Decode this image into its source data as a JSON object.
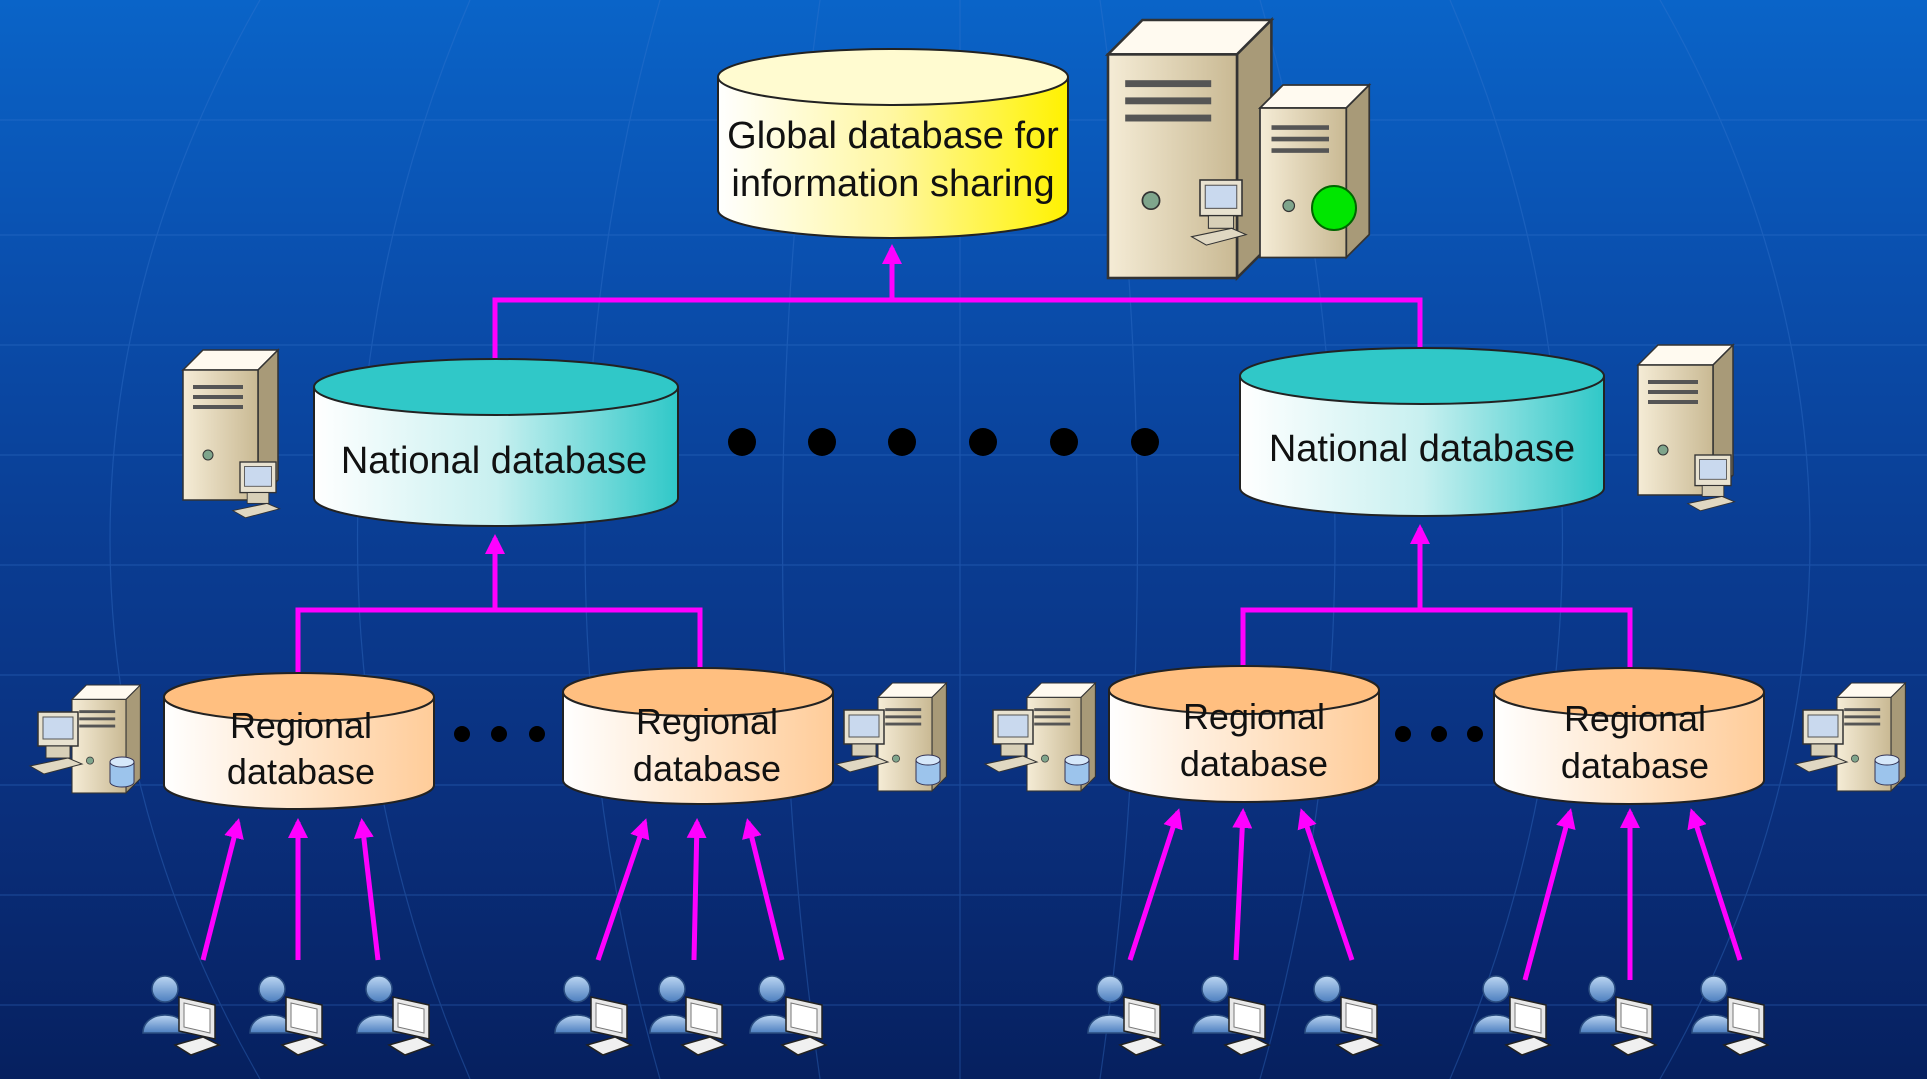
{
  "global_db": {
    "line1": "Global database for",
    "line2": "information sharing"
  },
  "national_left": {
    "label": "National database"
  },
  "national_right": {
    "label": "National database"
  },
  "regional": [
    {
      "line1": "Regional",
      "line2": "database"
    },
    {
      "line1": "Regional",
      "line2": "database"
    },
    {
      "line1": "Regional",
      "line2": "database"
    },
    {
      "line1": "Regional",
      "line2": "database"
    }
  ],
  "colors": {
    "connector": "#ff00ff",
    "global_fill": "#fff200",
    "national_fill": "#30c8c8",
    "regional_fill": "#ffcc99",
    "status_dot": "#00e600",
    "background": "#0a3d93"
  },
  "icons": [
    "server-tower-icon",
    "workstation-icon",
    "database-cylinder-icon",
    "user-computer-icon",
    "status-dot-icon"
  ]
}
